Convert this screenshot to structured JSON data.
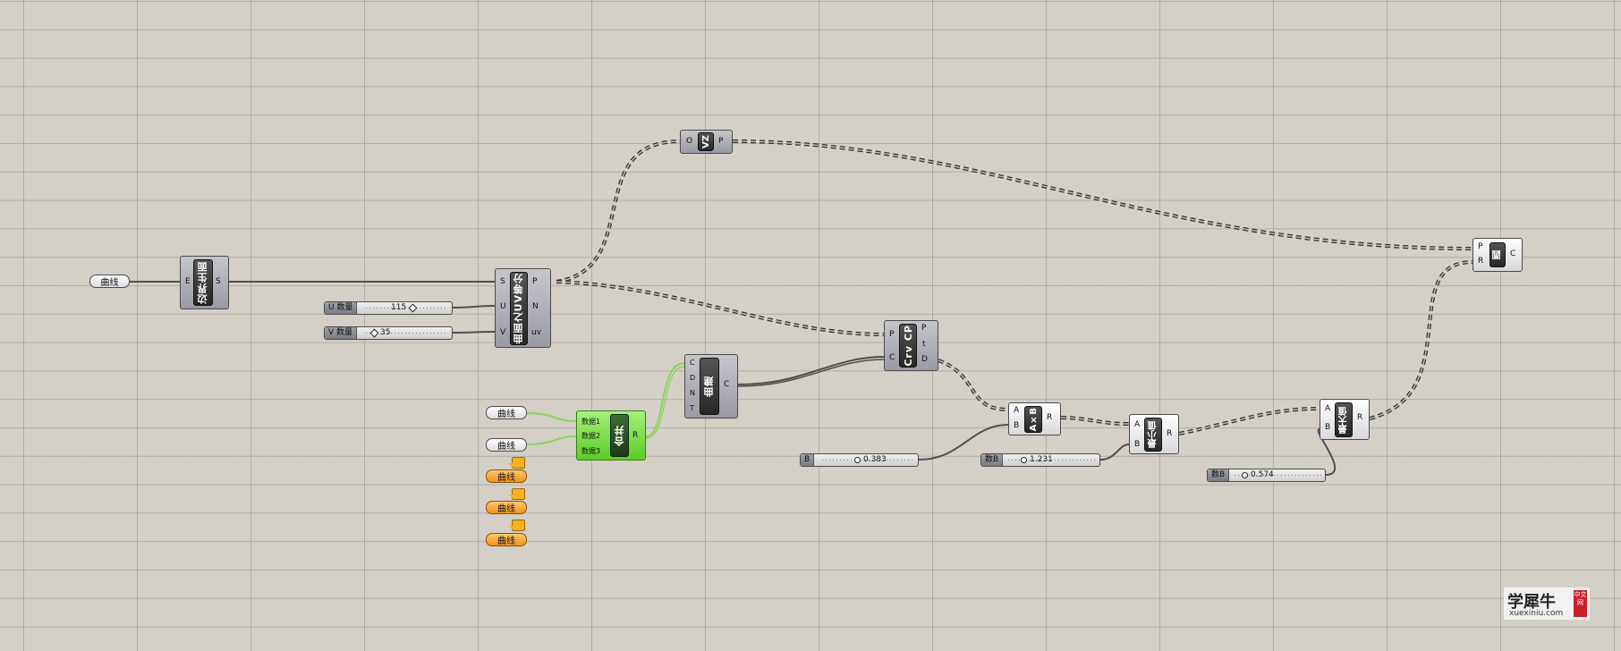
{
  "canvas": {
    "background": "#d4d0c8",
    "grid_color": "#96928a"
  },
  "wires": {
    "color": "#4e4e4e",
    "green_wire_color": "#8fd35a",
    "dashed_style": "list"
  },
  "components": {
    "curve_param_1": {
      "label": "曲线"
    },
    "boundary_surfaces": {
      "title": "边界生面",
      "in": "E",
      "out": "S"
    },
    "divide_surface": {
      "title": "曲面之UV等分",
      "inputs": [
        "S",
        "U",
        "V"
      ],
      "outputs": [
        "P",
        "N",
        "uv"
      ]
    },
    "slider_u": {
      "label": "U 数量",
      "value": "115"
    },
    "slider_v": {
      "label": "V 数量",
      "value": "35"
    },
    "vector_z": {
      "title": "VZ",
      "in": "O",
      "out": "P"
    },
    "circle": {
      "title": "圆",
      "inputs": [
        "P",
        "R"
      ],
      "out": "C"
    },
    "curve_closest_point": {
      "title": "Crv CP",
      "inputs": [
        "P",
        "C"
      ],
      "outputs": [
        "P",
        "t",
        "D"
      ]
    },
    "curve_interp": {
      "title": "曲建",
      "inputs": [
        "C",
        "D",
        "N",
        "T"
      ],
      "out": "C"
    },
    "merge": {
      "title": "合并",
      "inputs": [
        "数据1",
        "数据2",
        "数据3"
      ],
      "out": "R"
    },
    "curve_params_white": [
      "曲线",
      "曲线"
    ],
    "curve_params_orange": [
      "曲线",
      "曲线",
      "曲线"
    ],
    "multiply": {
      "title": "A×B",
      "inputs": [
        "A",
        "B"
      ],
      "out": "R"
    },
    "slider_b": {
      "label": "B",
      "value": "0.383"
    },
    "minimum": {
      "title": "最小值",
      "inputs": [
        "A",
        "B"
      ],
      "out": "R"
    },
    "slider_num_b1": {
      "label": "数B",
      "value": "1.231"
    },
    "maximum": {
      "title": "最大值",
      "inputs": [
        "A",
        "B"
      ],
      "out": "R"
    },
    "slider_num_b2": {
      "label": "数B",
      "value": "0.574"
    }
  },
  "watermark": {
    "brand": "学犀牛",
    "url": "xuexiniu.com",
    "tag": "中文网",
    "brand_color": "#c8202a"
  }
}
